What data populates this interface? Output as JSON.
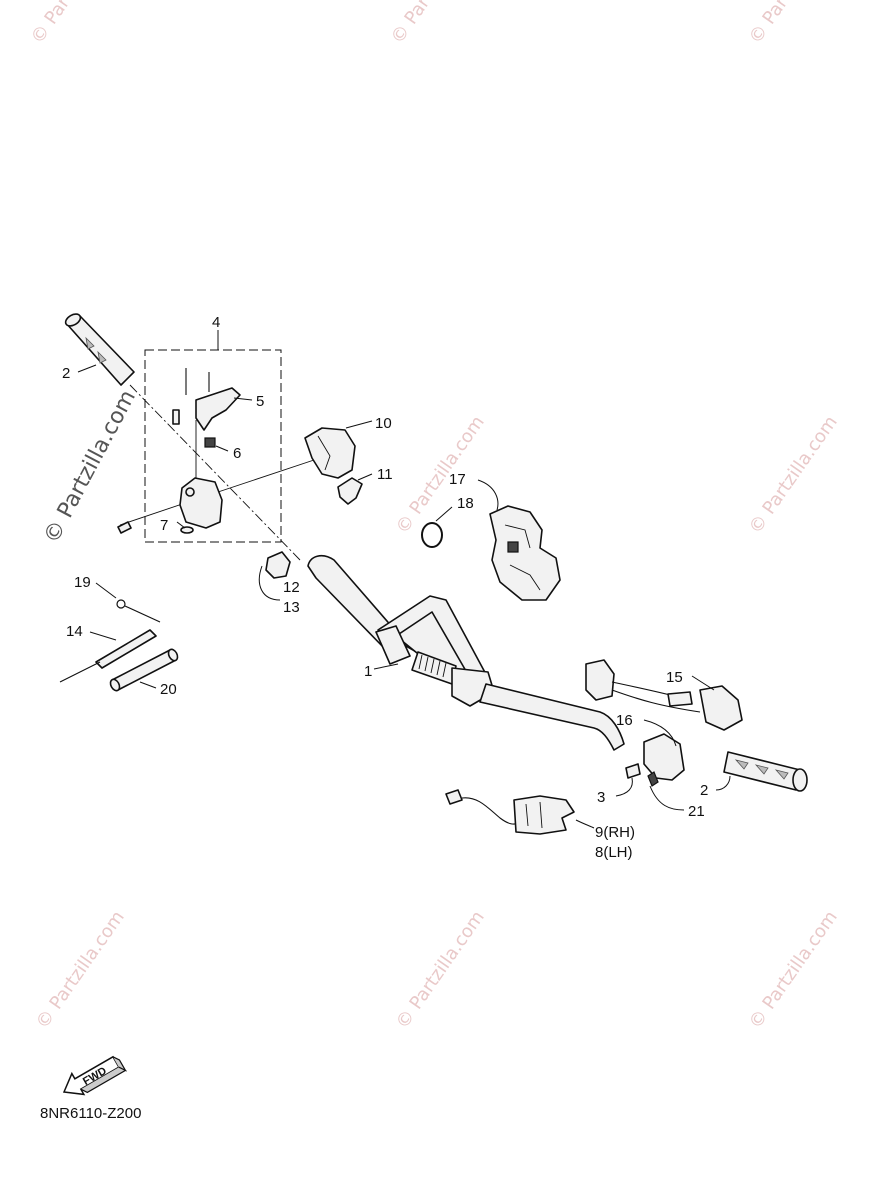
{
  "diagram": {
    "watermark": "© Partzilla.com",
    "watermark_small": "Partzilla.com",
    "diagram_code": "8NR6110-Z200",
    "fwd_label": "FWD",
    "callouts": {
      "c1": "1",
      "c2a": "2",
      "c2b": "2",
      "c3": "3",
      "c4": "4",
      "c5": "5",
      "c6": "6",
      "c7": "7",
      "c8": "8(LH)",
      "c9": "9(RH)",
      "c10": "10",
      "c11": "11",
      "c12": "12",
      "c13": "13",
      "c14": "14",
      "c15": "15",
      "c16": "16",
      "c17": "17",
      "c18": "18",
      "c19": "19",
      "c20": "20",
      "c21": "21"
    }
  }
}
